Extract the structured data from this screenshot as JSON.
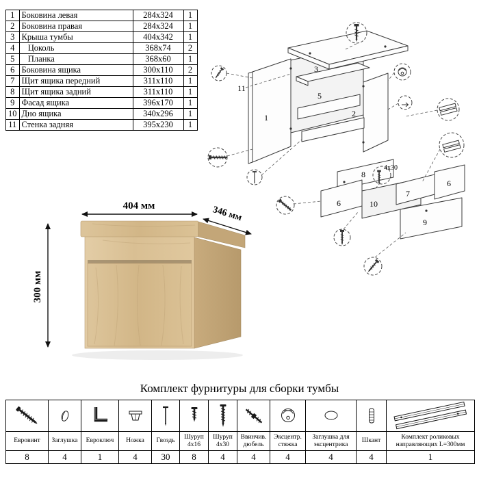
{
  "parts_table": {
    "rows": [
      {
        "num": "1",
        "name": "Боковина левая",
        "size": "284х324",
        "qty": "1"
      },
      {
        "num": "2",
        "name": "Боковина правая",
        "size": "284х324",
        "qty": "1"
      },
      {
        "num": "3",
        "name": "Крыша тумбы",
        "size": "404х342",
        "qty": "1"
      },
      {
        "num": "4",
        "name": "   Цоколь",
        "size": "368х74",
        "qty": "2"
      },
      {
        "num": "5",
        "name": "   Планка",
        "size": "368х60",
        "qty": "1"
      },
      {
        "num": "6",
        "name": "Боковина ящика",
        "size": "300х110",
        "qty": "2"
      },
      {
        "num": "7",
        "name": "Щит ящика передний",
        "size": "311х110",
        "qty": "1"
      },
      {
        "num": "8",
        "name": "Щит ящика задний",
        "size": "311х110",
        "qty": "1"
      },
      {
        "num": "9",
        "name": "Фасад ящика",
        "size": "396х170",
        "qty": "1"
      },
      {
        "num": "10",
        "name": "Дно ящика",
        "size": "340х296",
        "qty": "1"
      },
      {
        "num": "11",
        "name": "Стенка задняя",
        "size": "395х230",
        "qty": "1"
      }
    ]
  },
  "diagram": {
    "labels": {
      "l1": "1",
      "l2": "2",
      "l3": "3",
      "l5": "5",
      "l6a": "6",
      "l6b": "6",
      "l7": "7",
      "l8": "8",
      "l9": "9",
      "l10": "10",
      "l11": "11",
      "screw_size": "4х30"
    }
  },
  "product": {
    "width_label": "404 мм",
    "depth_label": "346 мм",
    "height_label": "300 мм"
  },
  "hardware": {
    "title": "Комплект фурнитуры для сборки тумбы",
    "items": [
      {
        "icon": "euro-screw-icon",
        "label": "Евровинт",
        "qty": "8"
      },
      {
        "icon": "cap-icon",
        "label": "Заглушка",
        "qty": "4"
      },
      {
        "icon": "hex-key-icon",
        "label": "Евроключ",
        "qty": "1"
      },
      {
        "icon": "leg-icon",
        "label": "Ножка",
        "qty": "4"
      },
      {
        "icon": "nail-icon",
        "label": "Гвоздь",
        "qty": "30"
      },
      {
        "icon": "screw-4x16-icon",
        "label": "Шуруп 4х16",
        "qty": "8"
      },
      {
        "icon": "screw-4x30-icon",
        "label": "Шуруп 4х30",
        "qty": "4"
      },
      {
        "icon": "dowel-screw-icon",
        "label": "Ввинчив. дюбель",
        "qty": "4"
      },
      {
        "icon": "cam-lock-icon",
        "label": "Эксцентр. стяжка",
        "qty": "4"
      },
      {
        "icon": "cam-cap-icon",
        "label": "Заглушка для эксцентрика",
        "qty": "4"
      },
      {
        "icon": "dowel-icon",
        "label": "Шкант",
        "qty": "4"
      },
      {
        "icon": "roller-guides-icon",
        "label": "Комплект роликовых направляющих L=300мм",
        "qty": "1"
      }
    ]
  }
}
